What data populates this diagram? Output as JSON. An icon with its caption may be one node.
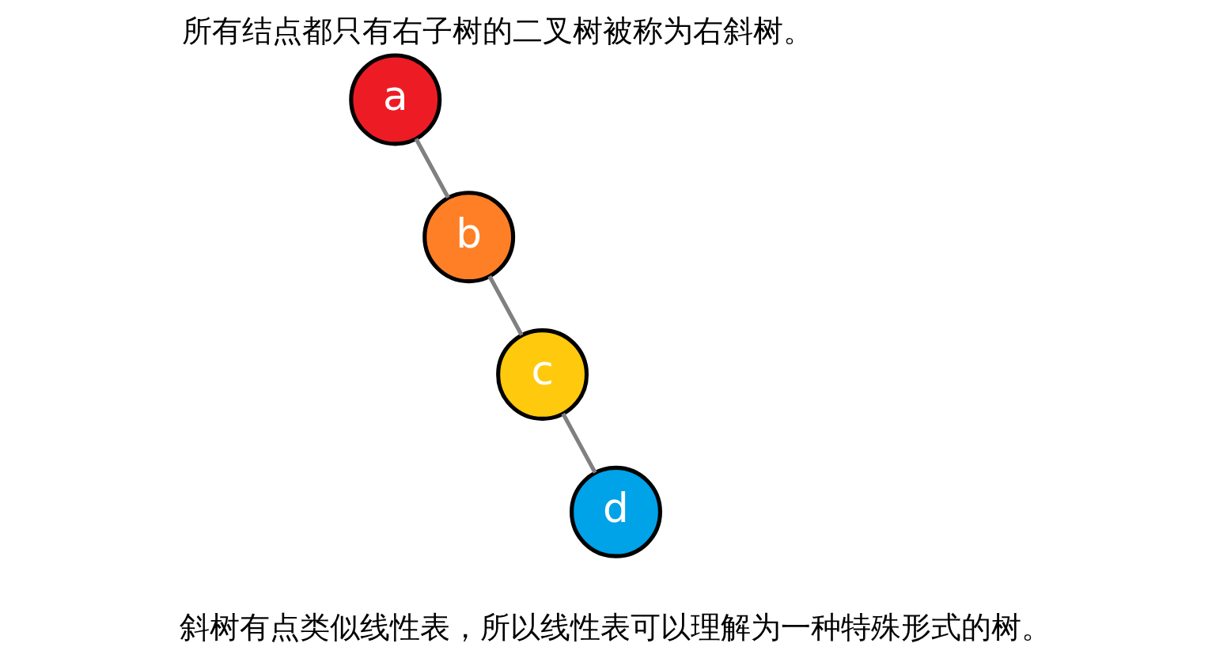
{
  "diagram": {
    "title": "所有结点都只有右子树的二叉树被称为右斜树。",
    "caption": "斜树有点类似线性表，所以线性表可以理解为一种特殊形式的树。",
    "nodes": [
      {
        "text": [
          "a"
        ]
      },
      {
        "text": [
          "b"
        ]
      },
      {
        "text": [
          "c"
        ]
      },
      {
        "text": [
          "d"
        ]
      }
    ],
    "edges": [
      {
        "from": 0,
        "to": 1,
        "arrow": "none"
      },
      {
        "from": 1,
        "to": 2,
        "arrow": "none"
      },
      {
        "from": 2,
        "to": 3,
        "arrow": "none"
      }
    ]
  }
}
